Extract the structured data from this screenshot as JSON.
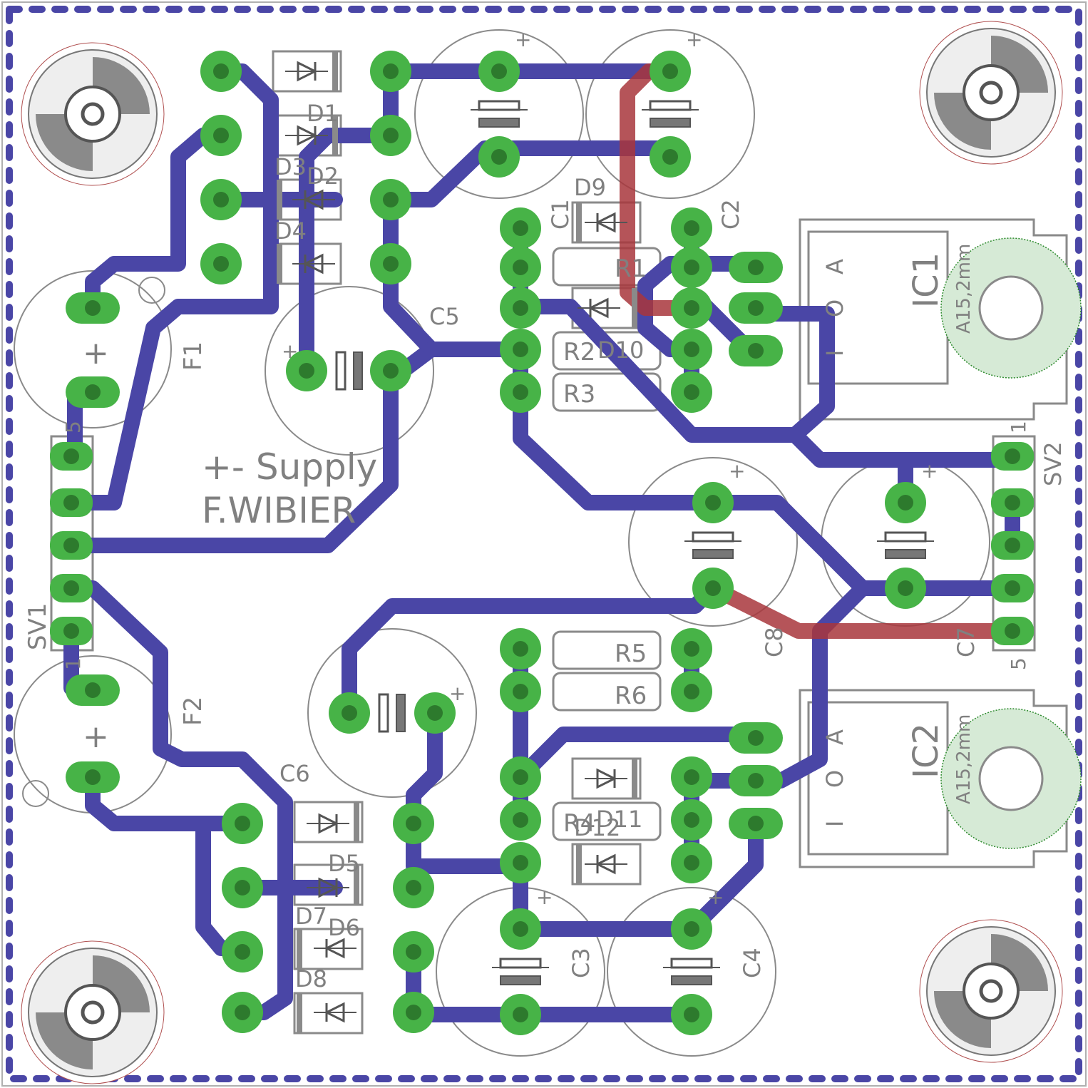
{
  "board": {
    "title": "+- Supply",
    "author": "F.WIBIER",
    "colors": {
      "bottom_copper": "#4a46a6",
      "top_copper": "#a8363c",
      "pad": "#47b347",
      "silkscreen": "#8a8a8a",
      "background": "#ffffff"
    }
  },
  "components": {
    "D1": "D1",
    "D2": "D2",
    "D3": "D3",
    "D4": "D4",
    "D5": "D5",
    "D6": "D6",
    "D7": "D7",
    "D8": "D8",
    "D9": "D9",
    "D10": "D10",
    "D11": "D11",
    "D12": "D12",
    "C1": "C1",
    "C2": "C2",
    "C3": "C3",
    "C4": "C4",
    "C5": "C5",
    "C6": "C6",
    "C7": "C7",
    "C8": "C8",
    "R1": "R1",
    "R2": "R2",
    "R3": "R3",
    "R4": "R4",
    "R5": "R5",
    "R6": "R6",
    "F1": "F1",
    "F2": "F2",
    "SV1": "SV1",
    "SV2": "SV2",
    "IC1": "IC1",
    "IC2": "IC2",
    "heatsink": "A15,2mm",
    "pin_I": "I",
    "pin_O": "O",
    "pin_A": "A",
    "sv_pin1": "1",
    "sv_pin5": "5",
    "plus": "+"
  }
}
